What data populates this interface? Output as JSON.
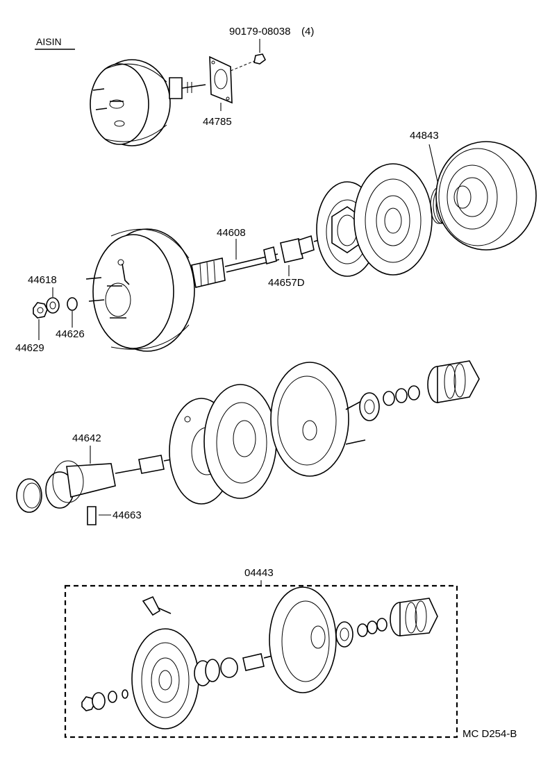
{
  "brand": "AISIN",
  "parts": {
    "p1": "90179-08038",
    "p1_qty": "(4)",
    "p2": "44785",
    "p3": "44843",
    "p4": "44608",
    "p5": "44657D",
    "p6": "44618",
    "p7": "44626",
    "p8": "44629",
    "p9": "44642",
    "p10": "44663",
    "kit": "04443"
  },
  "diagram_code": "MC D254-B"
}
